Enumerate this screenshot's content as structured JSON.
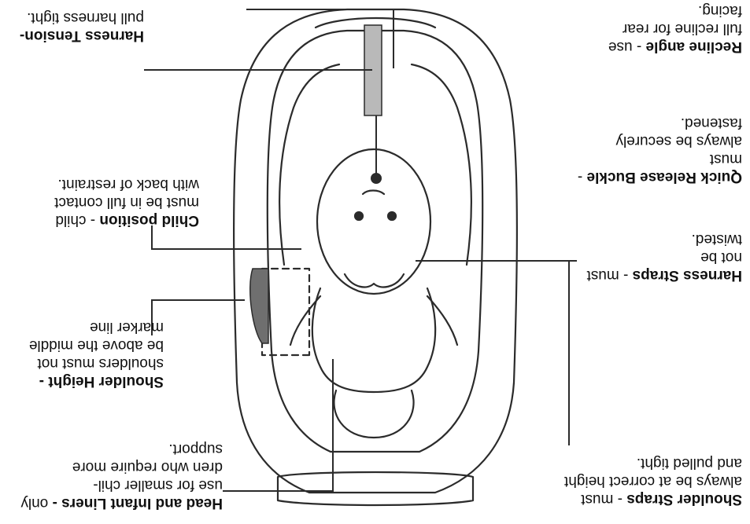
{
  "colors": {
    "outline": "#2b2b2b",
    "harness_strap": "#b9b9b9",
    "marker_fill": "#6f6f6f",
    "background": "#ffffff"
  },
  "labels": {
    "recline": {
      "title": "Recline angle",
      "text": "- use\nfull recline for rear\nfacing."
    },
    "quick_release": {
      "title": "Quick Release\nBuckle",
      "text": "- must\nalways be securely\nfastened."
    },
    "harness_straps": {
      "title": "Harness Straps",
      "text": "- must not be\ntwisted."
    },
    "shoulder_straps": {
      "title": "Shoulder Straps",
      "text": "- must\nalways be at correct height\nand pulled tight."
    },
    "harness_tension": {
      "title": "Harness Tension-",
      "text": "pull harness tight."
    },
    "child_position": {
      "title": "Child position",
      "text": "- child\nmust be in full contact\nwith back of restraint."
    },
    "shoulder_height": {
      "title": "Shoulder Height -",
      "text": "shoulders must not\nbe above the middle\nmarker line"
    },
    "head_liners": {
      "title": "Head and Infant Liners -",
      "text": "only use for smaller chil-\ndren who require more\nsupport."
    }
  }
}
